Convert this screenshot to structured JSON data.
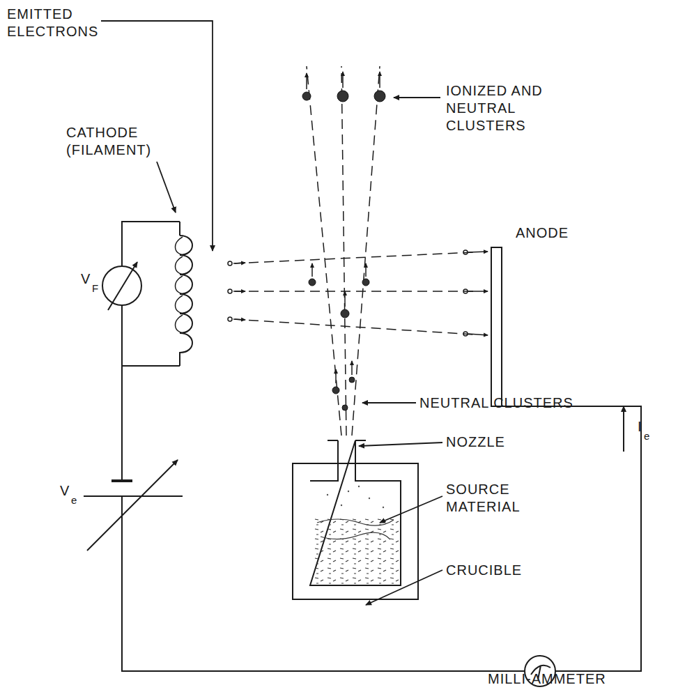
{
  "diagram": {
    "labels": [
      "EMITTED ELECTRONS",
      "CATHODE (FILAMENT)",
      "IONIZED AND NEUTRAL CLUSTERS",
      "ANODE",
      "V",
      "F",
      "NEUTRAL CLUSTERS",
      "NOZZLE",
      "I",
      "e",
      "SOURCE MATERIAL",
      "V",
      "e",
      "CRUCIBLE",
      "MILLI-AMMETER"
    ]
  }
}
